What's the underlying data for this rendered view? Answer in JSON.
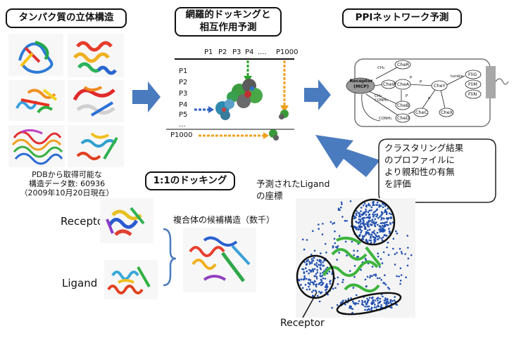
{
  "titles": {
    "structure": "タンパク質の立体構造",
    "docking_line1": "網羅的ドッキングと",
    "docking_line2": "相互作用予測",
    "ppi": "PPIネットワーク予測",
    "one_to_one": "1:1のドッキング"
  },
  "pdb_info": {
    "line1": "PDBから取得可能な",
    "line2": "構造データ数: 60936",
    "line3": "（2009年10月20日現在）"
  },
  "matrix": {
    "columns": [
      "P1",
      "P2",
      "P3",
      "P4",
      "....",
      "P1000"
    ],
    "rows": [
      "P1",
      "P2",
      "P3",
      "P4",
      "P5",
      "...",
      "P1000"
    ]
  },
  "ppi_network": {
    "nodes": {
      "receptor_line1": "Receptor",
      "receptor_line2": "(MCP)",
      "cher": "CheR",
      "chew": "CheW",
      "chea": "CheA",
      "chey": "CheY",
      "cheb": "CheB",
      "chec": "CheC",
      "ched": "CheD",
      "chex": "CheX",
      "flig": "FliG",
      "flim": "FliM",
      "flin": "FliN"
    },
    "edge_labels": {
      "ch3": "CH₃",
      "ch3_conh2_1": "CH₃",
      "ch3_conh2_2": "CONH₂",
      "conh2": "CONH₂",
      "p1": "P",
      "p2": "P",
      "p3": "P",
      "p4": "P",
      "tumble": "tumble"
    }
  },
  "docking": {
    "receptor": "Receptor",
    "ligand": "Ligand",
    "candidates": "複合体の候補構造（数千）"
  },
  "cluster": {
    "predicted_line1": "予測されたLigand",
    "predicted_line2": "の座標",
    "callout_line1": "クラスタリング結果",
    "callout_line2": "のプロファイルに",
    "callout_line3": "より親和性の有無",
    "callout_line4": "を評価",
    "receptor_label": "Receptor"
  },
  "colors": {
    "arrow_blue": "#4a7bbf",
    "dots_blue": "#1f4fb0",
    "green_arrow": "#2aa52a",
    "orange_arrow": "#f0a020",
    "protein_green": "#3cb43c",
    "receptor_node_gray": "#9a9a9a"
  }
}
